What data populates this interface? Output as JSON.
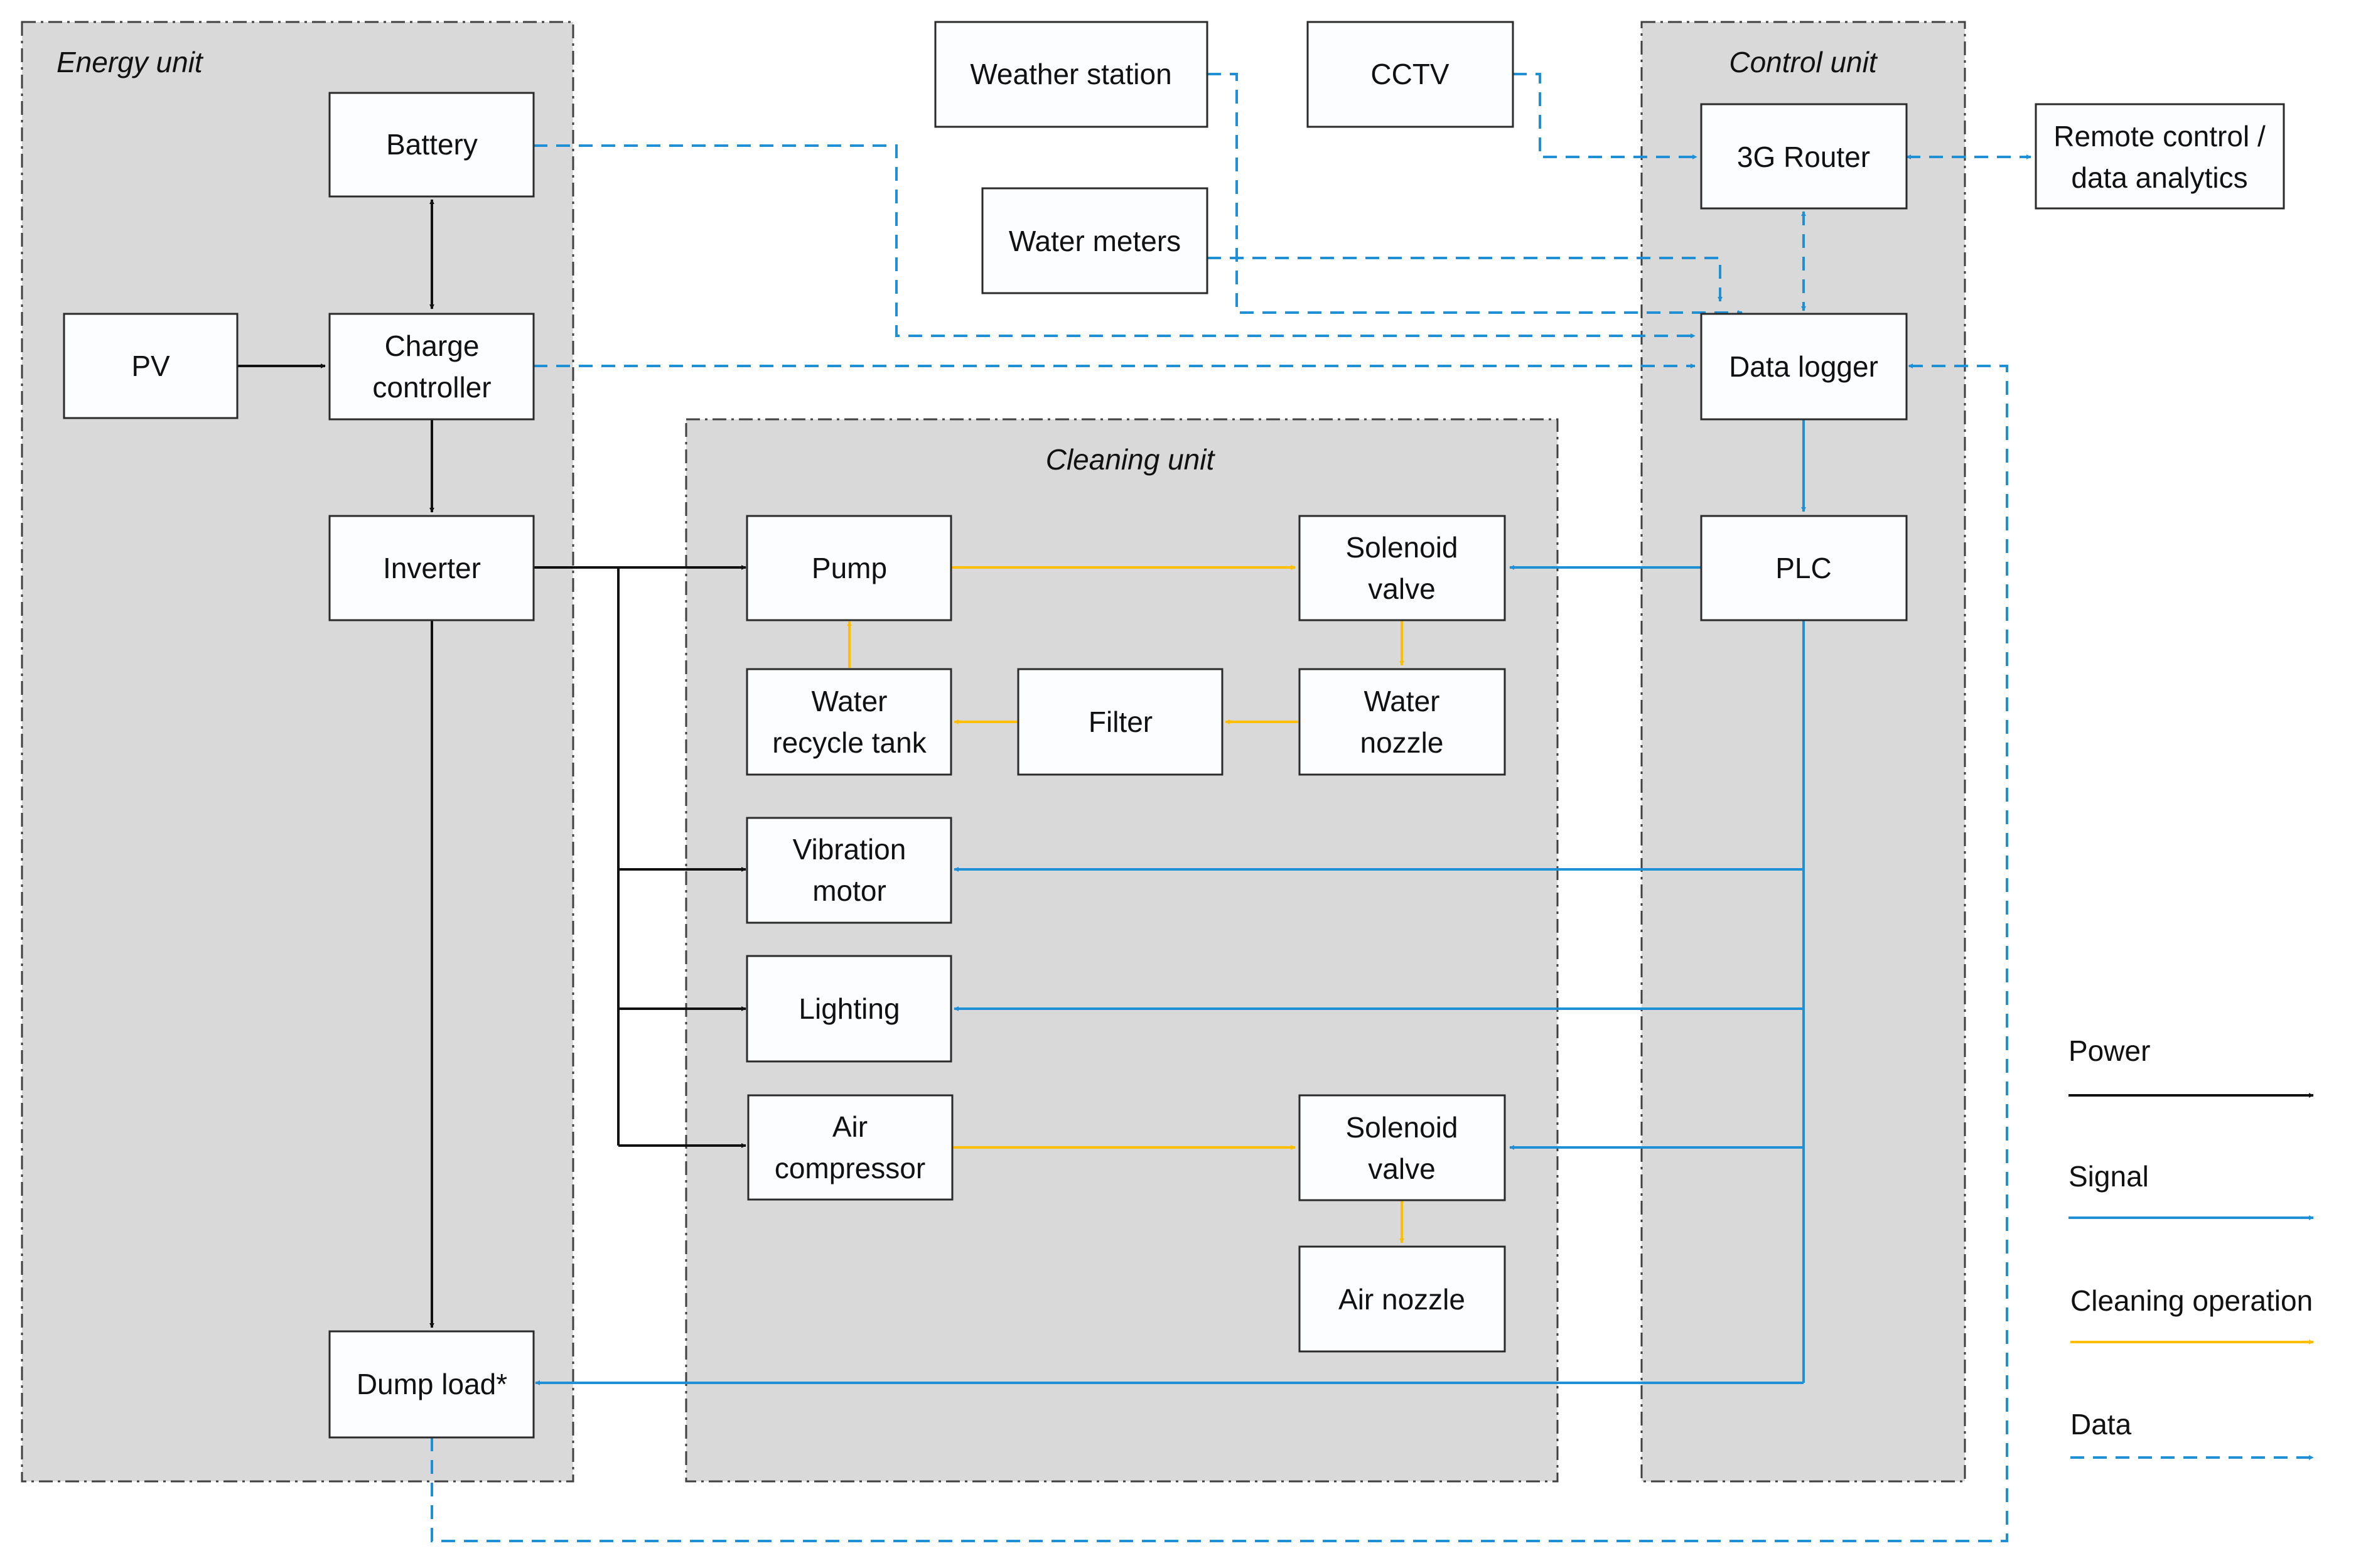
{
  "colors": {
    "power": "#111111",
    "signal": "#1f8fd6",
    "cleaning": "#ffbf00",
    "data": "#1f8fd6",
    "group_fill": "#d9d9d9"
  },
  "groups": {
    "energy": "Energy unit",
    "cleaning": "Cleaning unit",
    "control": "Control unit"
  },
  "nodes": {
    "battery": [
      "Battery"
    ],
    "pv": [
      "PV"
    ],
    "charge_controller": [
      "Charge",
      "controller"
    ],
    "inverter": [
      "Inverter"
    ],
    "dump_load": [
      "Dump load*"
    ],
    "weather_station": [
      "Weather station"
    ],
    "cctv": [
      "CCTV"
    ],
    "water_meters": [
      "Water meters"
    ],
    "router": [
      "3G Router"
    ],
    "remote": [
      "Remote control /",
      "data analytics"
    ],
    "data_logger": [
      "Data logger"
    ],
    "plc": [
      "PLC"
    ],
    "pump": [
      "Pump"
    ],
    "solenoid_valve_1": [
      "Solenoid",
      "valve"
    ],
    "water_recycle_tank": [
      "Water",
      "recycle tank"
    ],
    "filter": [
      "Filter"
    ],
    "water_nozzle": [
      "Water",
      "nozzle"
    ],
    "vibration_motor": [
      "Vibration",
      "motor"
    ],
    "lighting": [
      "Lighting"
    ],
    "air_compressor": [
      "Air",
      "compressor"
    ],
    "solenoid_valve_2": [
      "Solenoid",
      "valve"
    ],
    "air_nozzle": [
      "Air nozzle"
    ]
  },
  "legend": {
    "power": "Power",
    "signal": "Signal",
    "cleaning": "Cleaning operation",
    "data": "Data"
  }
}
